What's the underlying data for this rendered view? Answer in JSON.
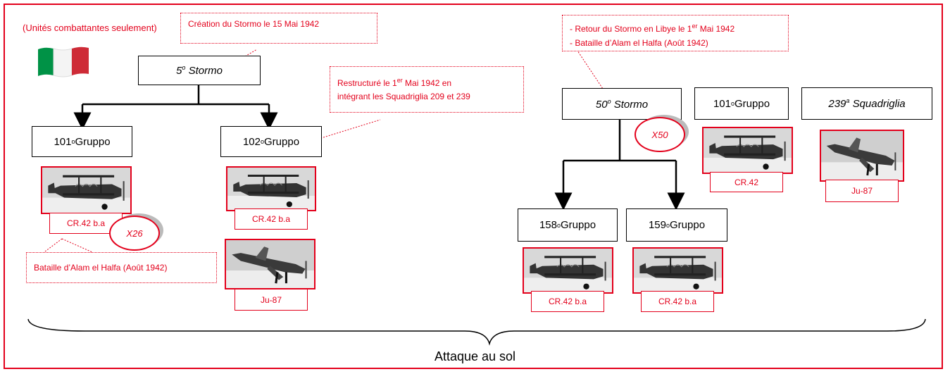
{
  "subtitle": "(Unités combattantes seulement)",
  "flag": "italy-flag",
  "stormo5": {
    "number": "5",
    "sup": "o",
    "name": " Stormo",
    "note": "Création du Stormo le 15 Mai 1942"
  },
  "g101_left": {
    "number": "101",
    "sup": "o",
    "name": " Gruppo",
    "plane": "CR.42 b.a",
    "badge": "X26"
  },
  "g102": {
    "number": "102",
    "sup": "o",
    "name": " Gruppo",
    "plane1": "CR.42 b.a",
    "plane2": "Ju-87",
    "note_l1a": "Restructuré le 1",
    "note_l1sup": "er",
    "note_l1b": " Mai 1942 en",
    "note_l2": "intégrant les Squadriglia 209 et 239"
  },
  "alam_note": "Bataille d’Alam el Halfa (Août 1942)",
  "stormo50": {
    "number": "50",
    "sup": "o",
    "name": " Stormo",
    "badge": "X50",
    "note_l1a": "- Retour du Stormo en Libye le 1",
    "note_l1sup": "er",
    "note_l1b": " Mai 1942",
    "note_l2": "- Bataille d’Alam el Halfa (Août 1942)"
  },
  "g101_right": {
    "number": "101",
    "sup": "o",
    "name": " Gruppo",
    "plane": "CR.42"
  },
  "sq239": {
    "number": "239",
    "sup": "a",
    "name": " Squadriglia",
    "plane": "Ju-87"
  },
  "g158": {
    "number": "158",
    "sup": "o",
    "name": " Gruppo",
    "plane": "CR.42 b.a"
  },
  "g159": {
    "number": "159",
    "sup": "o",
    "name": " Gruppo",
    "plane": "CR.42 b.a"
  },
  "bottom_label": "Attaque au sol",
  "colors": {
    "accent": "#e3001b",
    "italy_green": "#009246",
    "italy_red": "#ce2b37"
  }
}
